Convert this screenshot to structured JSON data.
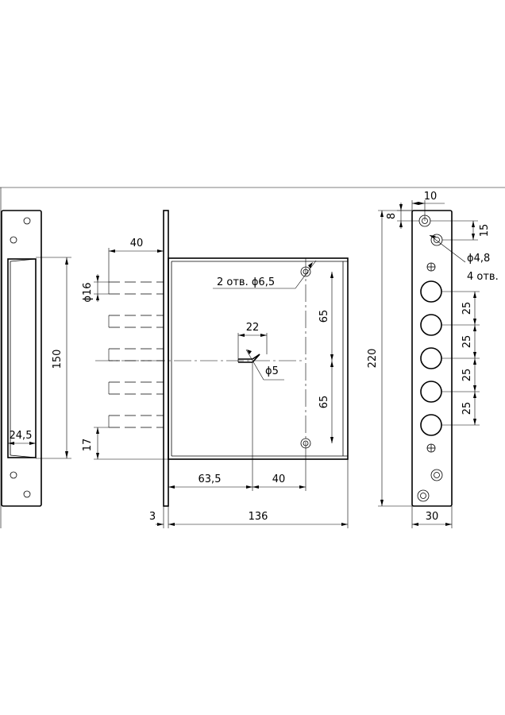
{
  "drawing": {
    "dimensions": {
      "bolt_offset": "40",
      "bolt_diameter": "ϕ16",
      "strike_length": "150",
      "strike_slot_width": "24,5",
      "bolt_bottom_offset": "17",
      "hole_spacing_top": "65",
      "hole_spacing_bottom": "65",
      "cam_width": "22",
      "cam_hole": "ϕ5",
      "cam_center_x": "63,5",
      "cam_to_hole": "40",
      "faceplate_thickness": "3",
      "body_depth": "136",
      "faceplate_length": "220",
      "faceplate_width": "30",
      "faceplate_hole_offset_x": "10",
      "faceplate_hole_offset_y": "8",
      "faceplate_hole_pitch_top": "15",
      "bolt_pitch_1": "25",
      "bolt_pitch_2": "25",
      "bolt_pitch_3": "25",
      "bolt_pitch_4": "25"
    },
    "notes": {
      "mount_holes": "2 отв. ϕ6,5",
      "screw_holes_diameter": "ϕ4,8",
      "screw_holes_count": "4 отв."
    }
  }
}
